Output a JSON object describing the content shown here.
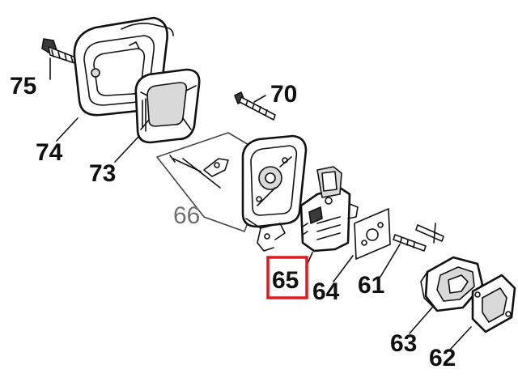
{
  "diagram": {
    "labels": [
      {
        "id": "75",
        "text": "75"
      },
      {
        "id": "74",
        "text": "74"
      },
      {
        "id": "73",
        "text": "73"
      },
      {
        "id": "70",
        "text": "70"
      },
      {
        "id": "66",
        "text": "66"
      },
      {
        "id": "65",
        "text": "65"
      },
      {
        "id": "64",
        "text": "64"
      },
      {
        "id": "61",
        "text": "61"
      },
      {
        "id": "63",
        "text": "63"
      },
      {
        "id": "62",
        "text": "62"
      }
    ],
    "highlight": {
      "part": "65",
      "color": "#e0191f"
    },
    "label_colors": {
      "default": "#111111",
      "group": "#6f6f6f"
    }
  }
}
